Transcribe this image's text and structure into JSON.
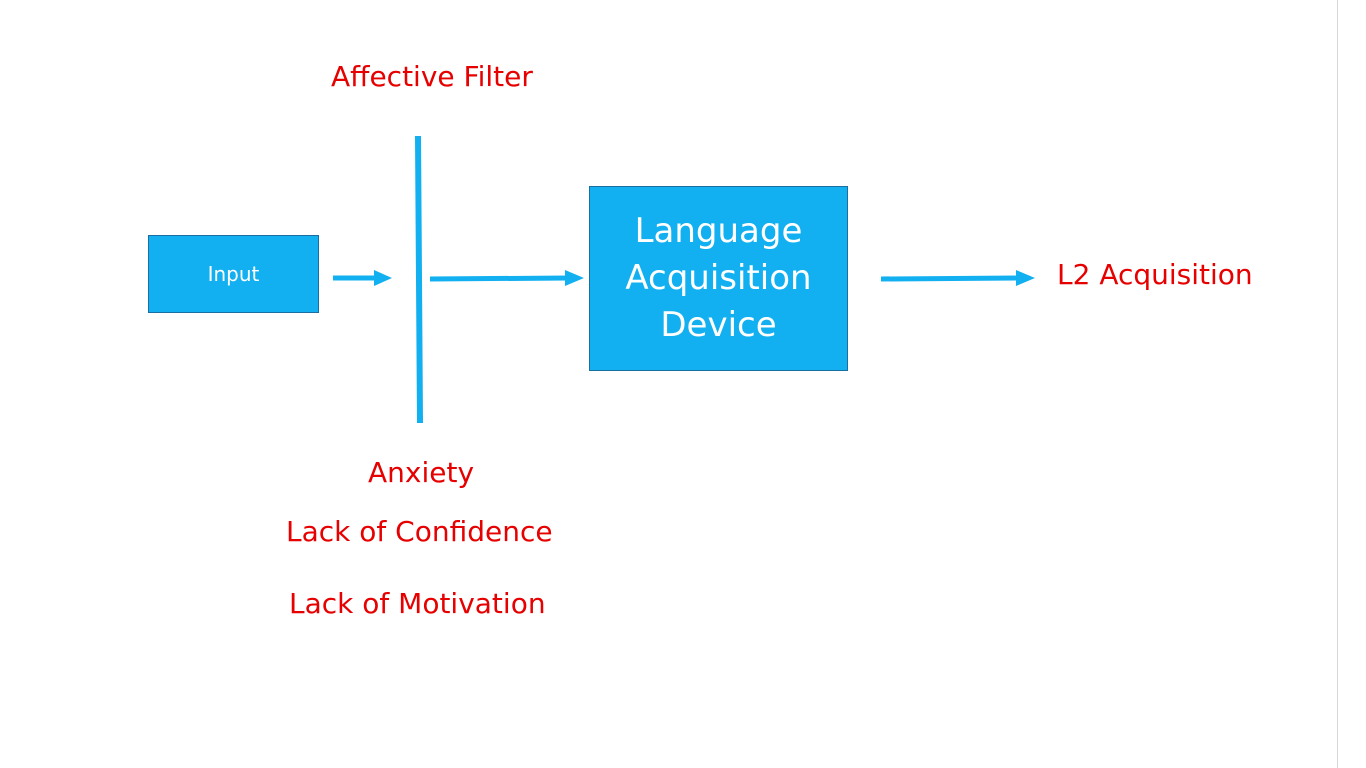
{
  "colors": {
    "accent": "#12b0f0",
    "label_red": "#e60000",
    "box_border": "#1a6fa0",
    "background": "#ffffff"
  },
  "filter": {
    "title": "Affective Filter",
    "factors": [
      "Anxiety",
      "Lack of Confidence",
      "Lack of Motivation"
    ]
  },
  "nodes": {
    "input": "Input",
    "lad_lines": [
      "Language",
      "Acquisition",
      "Device"
    ],
    "output": "L2 Acquisition"
  }
}
